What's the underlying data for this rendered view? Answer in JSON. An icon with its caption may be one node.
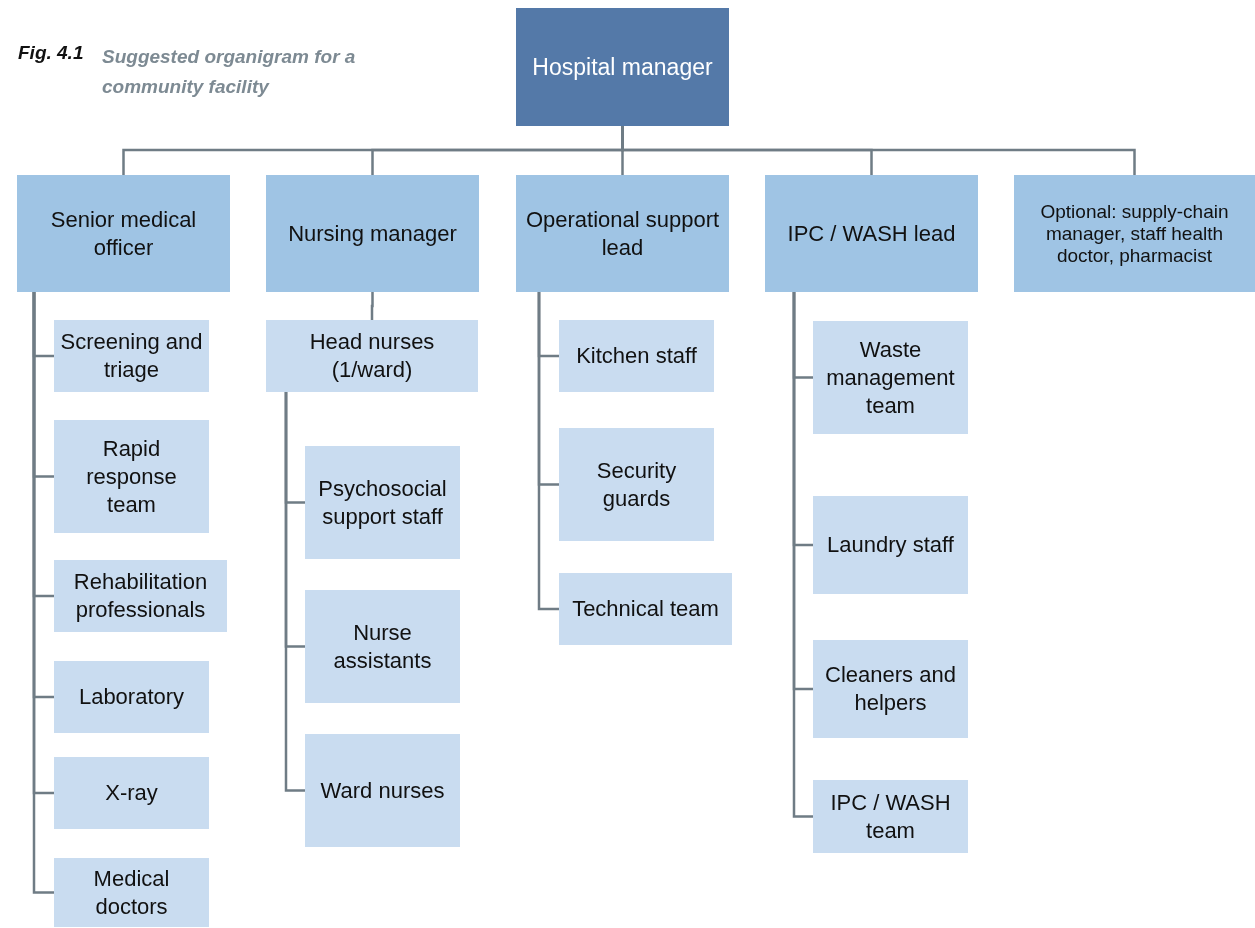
{
  "diagram": {
    "title": "Fig. 4.1",
    "caption": "Suggested organigram for a community facility",
    "nodes": [
      {
        "text": [
          "Hospital manager"
        ]
      },
      {
        "text": [
          "Senior medical officer"
        ]
      },
      {
        "text": [
          "Nursing manager"
        ]
      },
      {
        "text": [
          "Operational support lead"
        ]
      },
      {
        "text": [
          "IPC / WASH lead"
        ]
      },
      {
        "text": [
          "Optional: supply-chain manager, staff health doctor, pharmacist"
        ]
      },
      {
        "text": [
          "Screening and triage"
        ]
      },
      {
        "text": [
          "Rapid response team"
        ]
      },
      {
        "text": [
          "Rehabilitation professionals"
        ]
      },
      {
        "text": [
          "Laboratory"
        ]
      },
      {
        "text": [
          "X-ray"
        ]
      },
      {
        "text": [
          "Medical doctors"
        ]
      },
      {
        "text": [
          "Head nurses (1/ward)"
        ]
      },
      {
        "text": [
          "Psychosocial support staff"
        ]
      },
      {
        "text": [
          "Nurse assistants"
        ]
      },
      {
        "text": [
          "Ward nurses"
        ]
      },
      {
        "text": [
          "Kitchen staff"
        ]
      },
      {
        "text": [
          "Security guards"
        ]
      },
      {
        "text": [
          "Technical team"
        ]
      },
      {
        "text": [
          "Waste management team"
        ]
      },
      {
        "text": [
          "Laundry staff"
        ]
      },
      {
        "text": [
          "Cleaners and helpers"
        ]
      },
      {
        "text": [
          "IPC / WASH team"
        ]
      }
    ],
    "edges": [
      {
        "from": 0,
        "to": 1,
        "arrow": "none"
      },
      {
        "from": 0,
        "to": 2,
        "arrow": "none"
      },
      {
        "from": 0,
        "to": 3,
        "arrow": "none"
      },
      {
        "from": 0,
        "to": 4,
        "arrow": "none"
      },
      {
        "from": 0,
        "to": 5,
        "arrow": "none"
      },
      {
        "from": 1,
        "to": 6,
        "arrow": "none"
      },
      {
        "from": 1,
        "to": 7,
        "arrow": "none"
      },
      {
        "from": 1,
        "to": 8,
        "arrow": "none"
      },
      {
        "from": 1,
        "to": 9,
        "arrow": "none"
      },
      {
        "from": 1,
        "to": 10,
        "arrow": "none"
      },
      {
        "from": 1,
        "to": 11,
        "arrow": "none"
      },
      {
        "from": 2,
        "to": 12,
        "arrow": "none"
      },
      {
        "from": 12,
        "to": 13,
        "arrow": "none"
      },
      {
        "from": 12,
        "to": 14,
        "arrow": "none"
      },
      {
        "from": 12,
        "to": 15,
        "arrow": "none"
      },
      {
        "from": 3,
        "to": 16,
        "arrow": "none"
      },
      {
        "from": 3,
        "to": 17,
        "arrow": "none"
      },
      {
        "from": 3,
        "to": 18,
        "arrow": "none"
      },
      {
        "from": 4,
        "to": 19,
        "arrow": "none"
      },
      {
        "from": 4,
        "to": 20,
        "arrow": "none"
      },
      {
        "from": 4,
        "to": 21,
        "arrow": "none"
      },
      {
        "from": 4,
        "to": 22,
        "arrow": "none"
      }
    ]
  }
}
